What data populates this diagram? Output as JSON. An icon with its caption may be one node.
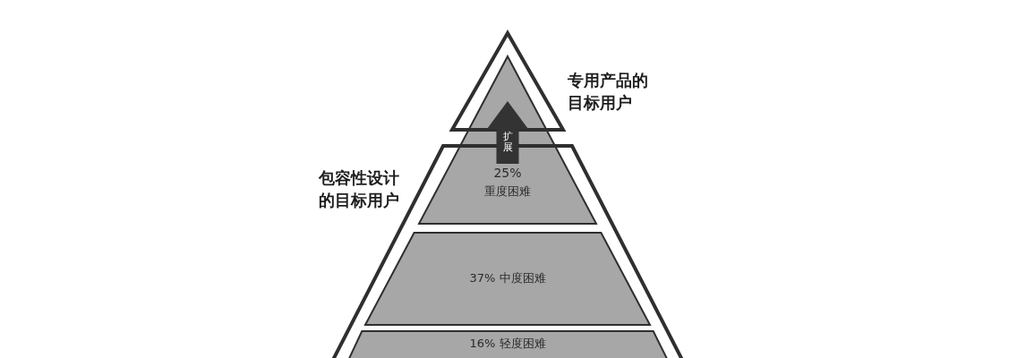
{
  "diagram": {
    "nodes": [
      {
        "text": [],
        "shape": "triangle",
        "beside": [
          "专用产品的目标用户"
        ]
      },
      {
        "text": [],
        "shape": "trapezoid",
        "beside": [
          "包容性设计的目标用户"
        ]
      },
      {
        "text": [
          "25%",
          "重度困难"
        ]
      },
      {
        "text": [
          "扩展"
        ],
        "in": 2
      },
      {
        "text": [
          "37% 中度困难"
        ],
        "in": 1
      },
      {
        "text": [
          "16% 轻度困难"
        ],
        "in": 1
      }
    ]
  }
}
